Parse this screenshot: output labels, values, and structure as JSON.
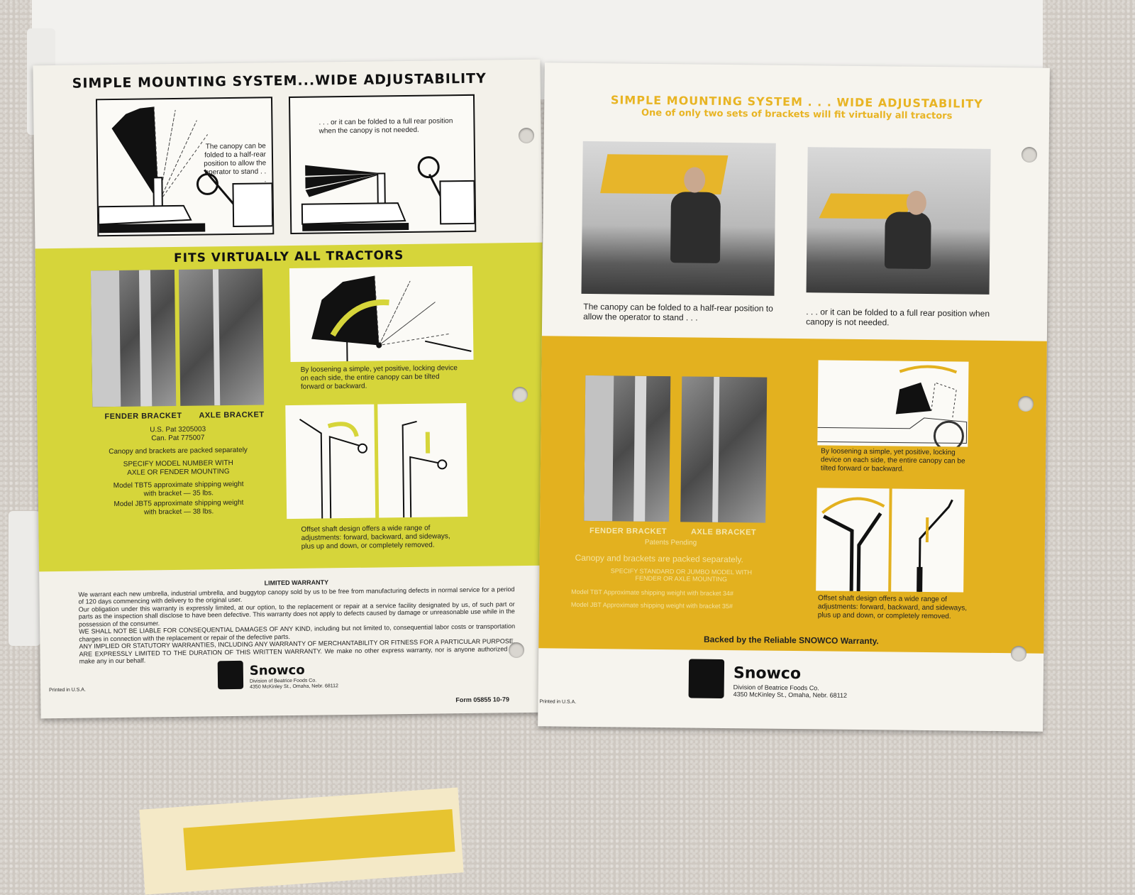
{
  "left_sheet": {
    "title": "SIMPLE MOUNTING SYSTEM...WIDE ADJUSTABILITY",
    "diagram1_text": "The canopy can be folded to a half-rear position to allow the operator to stand . . .",
    "diagram2_text": ". . . or it can be folded to a full rear position when the canopy is not needed.",
    "band_title": "FITS VIRTUALLY ALL TRACTORS",
    "tilt_caption": "By loosening a simple, yet positive, locking device on each side, the entire canopy can be tilted forward or backward.",
    "fender_label": "FENDER BRACKET",
    "axle_label": "AXLE BRACKET",
    "patents": "U.S. Pat 3205003\nCan. Pat 775007",
    "packed": "Canopy and brackets are packed separately",
    "specify": "SPECIFY MODEL NUMBER WITH\nAXLE OR FENDER MOUNTING",
    "model_tbt": "Model TBT5 approximate shipping weight\nwith bracket — 35 lbs.",
    "model_jbt": "Model JBT5 approximate shipping weight\nwith bracket — 38 lbs.",
    "offset_caption": "Offset shaft design offers a wide range of adjustments: forward, backward, and sideways, plus up and down, or completely removed.",
    "warranty_title": "LIMITED WARRANTY",
    "warranty_p1": "We warrant each new umbrella, industrial umbrella, and buggytop canopy sold by us to be free from manufacturing defects in normal service for a period of 120 days commencing with delivery to the original user.",
    "warranty_p2": "Our obligation under this warranty is expressly limited, at our option, to the replacement or repair at a service facility designated by us, of such part or parts as the inspection shall disclose to have been defective. This warranty does not apply to defects caused by damage or unreasonable use while in the possession of the consumer.",
    "warranty_p3": "WE SHALL NOT BE LIABLE FOR CONSEQUENTIAL DAMAGES OF ANY KIND, including but not limited to, consequential labor costs or transportation charges in connection with the replacement or repair of the defective parts.",
    "warranty_p4": "ANY IMPLIED OR STATUTORY WARRANTIES, INCLUDING ANY WARRANTY OF MERCHANTABILITY OR FITNESS FOR A PARTICULAR PURPOSE, ARE EXPRESSLY LIMITED TO THE DURATION OF THIS WRITTEN WARRANTY. We make no other express warranty, nor is anyone authorized to make any in our behalf.",
    "brand": "Snowco",
    "brand_sub": "Division of Beatrice Foods Co.\n4350 McKinley St., Omaha, Nebr. 68112",
    "printed": "Printed in U.S.A.",
    "form": "Form 05855 10-79"
  },
  "right_sheet": {
    "title": "SIMPLE MOUNTING SYSTEM . . . WIDE ADJUSTABILITY",
    "subtitle": "One of only two sets of brackets will fit virtually all tractors",
    "caption1": "The canopy can be folded to a half-rear position to allow the operator to stand . . .",
    "caption2": ". . . or it can be folded to a full rear position when canopy is not needed.",
    "tilt_caption": "By loosening a simple, yet positive, locking device on each side, the entire canopy can be tilted forward or backward.",
    "fender_label": "FENDER BRACKET",
    "axle_label": "AXLE BRACKET",
    "patents": "Patents Pending",
    "packed": "Canopy and brackets are packed separately.",
    "specify": "SPECIFY STANDARD OR JUMBO MODEL WITH\nFENDER OR AXLE MOUNTING",
    "model_tbt": "Model TBT Approximate shipping weight with bracket 34#",
    "model_jbt": "Model JBT Approximate shipping weight with bracket 35#",
    "offset_caption": "Offset shaft design offers a wide range of adjustments: forward, backward, and sideways, plus up and down, or completely removed.",
    "warranty_line": "Backed by the Reliable SNOWCO Warranty.",
    "brand": "Snowco",
    "brand_sub": "Division of Beatrice Foods Co.\n4350 McKinley St., Omaha, Nebr. 68112",
    "printed": "Printed in U.S.A."
  },
  "colors": {
    "left_band": "#d6d53a",
    "right_band": "#e3b11f",
    "right_title": "#e8b423"
  }
}
